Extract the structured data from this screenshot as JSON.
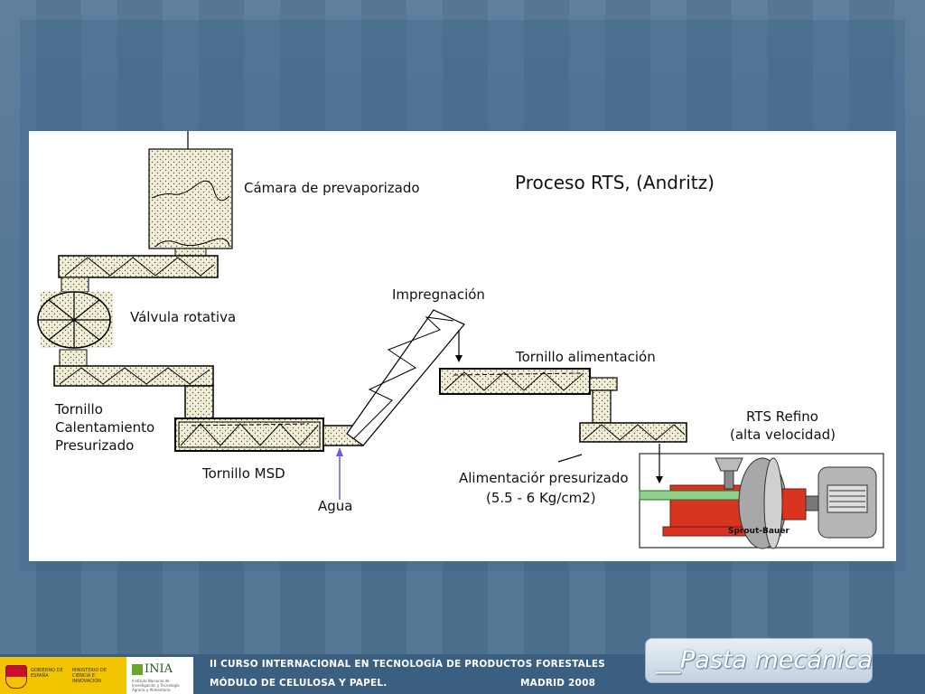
{
  "diagram": {
    "title": "Proceso RTS, (Andritz)",
    "labels": {
      "camara": "Cámara de prevaporizado",
      "valvula": "Válvula rotativa",
      "tornillo_cal_1": "Tornillo",
      "tornillo_cal_2": "Calentamiento",
      "tornillo_cal_3": "Presurizado",
      "tornillo_msd": "Tornillo MSD",
      "agua": "Agua",
      "impregnacion": "Impregnación",
      "tornillo_alim": "Tornillo alimentación",
      "alim_pres_1": "Alimentaciór presurizado",
      "alim_pres_2": "(5.5 - 6 Kg/cm2)",
      "rts_refino_1": "RTS Refino",
      "rts_refino_2": "(alta velocidad)",
      "sprout_bauer": "Sprout-Bauer"
    }
  },
  "footer": {
    "line1": "II CURSO INTERNACIONAL EN TECNOLOGÍA DE PRODUCTOS FORESTALES",
    "line2": "MÓDULO DE CELULOSA Y PAPEL.",
    "location": "MADRID 2008",
    "logo_gov_1": "GOBIERNO DE ESPAÑA",
    "logo_gov_2": "MINISTERIO DE CIENCIA E INNOVACIÓN",
    "logo_inia": "INIA",
    "logo_inia_sub": "Instituto Nacional de Investigación y Tecnología Agraria y Alimentaria"
  },
  "badge": {
    "text": "__Pasta mecánica"
  },
  "colors": {
    "fill": "#f3eed6",
    "machine_red": "#d9341f",
    "arrow_blue": "#6b5bd6"
  }
}
